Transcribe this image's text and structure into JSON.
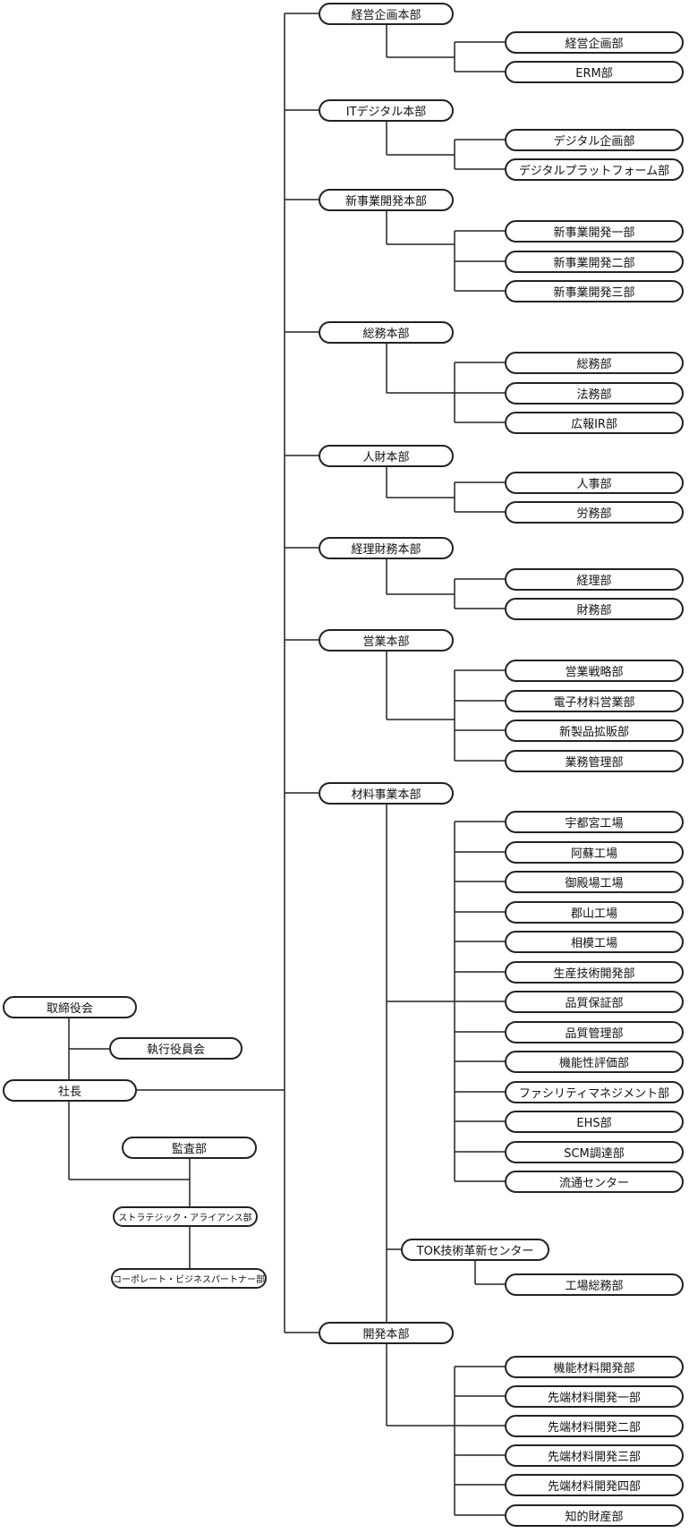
{
  "left": {
    "board": "取締役会",
    "exec_committee": "執行役員会",
    "president": "社長",
    "audit": "監査部",
    "strategic_alliance": "ストラテジック・アライアンス部",
    "corporate_partner": "コーポレート・ビジネスパートナー部"
  },
  "divisions": [
    {
      "name": "経営企画本部",
      "departments": [
        "経営企画部",
        "ERM部"
      ]
    },
    {
      "name": "ITデジタル本部",
      "departments": [
        "デジタル企画部",
        "デジタルプラットフォーム部"
      ]
    },
    {
      "name": "新事業開発本部",
      "departments": [
        "新事業開発一部",
        "新事業開発二部",
        "新事業開発三部"
      ]
    },
    {
      "name": "総務本部",
      "departments": [
        "総務部",
        "法務部",
        "広報IR部"
      ]
    },
    {
      "name": "人財本部",
      "departments": [
        "人事部",
        "労務部"
      ]
    },
    {
      "name": "経理財務本部",
      "departments": [
        "経理部",
        "財務部"
      ]
    },
    {
      "name": "営業本部",
      "departments": [
        "営業戦略部",
        "電子材料営業部",
        "新製品拡販部",
        "業務管理部"
      ]
    },
    {
      "name": "材料事業本部",
      "departments": [
        "宇都宮工場",
        "阿蘇工場",
        "御殿場工場",
        "郡山工場",
        "相模工場",
        "生産技術開発部",
        "品質保証部",
        "品質管理部",
        "機能性評価部",
        "ファシリティマネジメント部",
        "EHS部",
        "SCM調達部",
        "流通センター"
      ]
    },
    {
      "name": "TOK技術革新センター",
      "departments": [
        "工場総務部"
      ]
    },
    {
      "name": "開発本部",
      "departments": [
        "機能材料開発部",
        "先端材料開発一部",
        "先端材料開発二部",
        "先端材料開発三部",
        "先端材料開発四部",
        "知的財産部"
      ]
    }
  ]
}
